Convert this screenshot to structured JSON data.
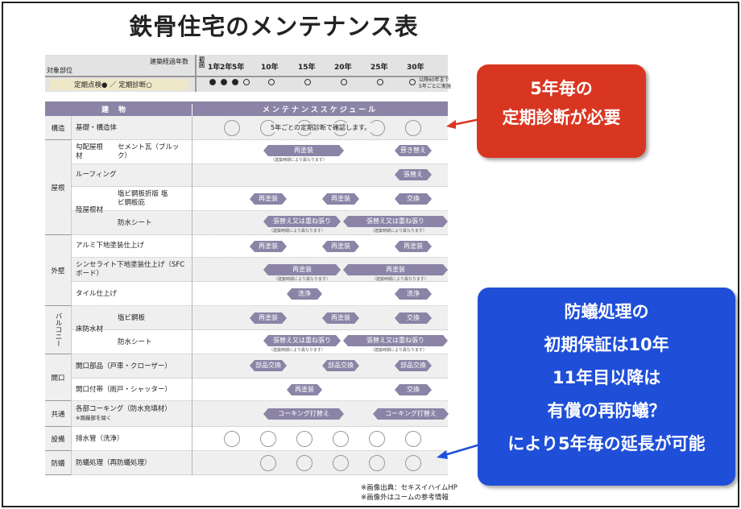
{
  "title": "鉄骨住宅のメンテナンス表",
  "header": {
    "years_label": "建築経過年数",
    "target_label": "対象部位",
    "legend": "定期点検● ／ 定期診断○",
    "years": [
      "初回",
      "1年",
      "2年",
      "5年",
      "10年",
      "15年",
      "20年",
      "25年",
      "30年"
    ],
    "note": "以降60年まで5年ごとに実施"
  },
  "table_header": {
    "left": "建物",
    "right": "メンテナンススケジュール"
  },
  "categories": [
    "構造",
    "屋根",
    "外壁",
    "バルコニー",
    "開口",
    "共通",
    "設備",
    "防蟻"
  ],
  "rows": {
    "kozo": "基礎・構造体",
    "kozo_note": "5年ごとの定期診断で確認します。",
    "kohai": "勾配屋根材",
    "cement": "セメント瓦（ブルック）",
    "roofing": "ルーフィング",
    "rikuyane": "陸屋根材",
    "enbi_roof": "塩ビ鋼板折版 塩ビ鋼板庇",
    "bousui_roof": "防水シート",
    "alumi": "アルミ下地塗装仕上げ",
    "cenlite": "シンセライト下地塗装仕上げ（SFCボード）",
    "tile": "タイル仕上げ",
    "yuka": "床防水材",
    "enbi_bal": "塩ビ鋼板",
    "bousui_bal": "防水シート",
    "kaiko_buhin": "開口部品（戸車・クローザー）",
    "kaiko_futai": "開口付帯（雨戸・シャッター）",
    "coking": "各部コーキング（防水充填材）",
    "coking_note": "※隠蔽部を除く",
    "haisui": "排水管（洗浄）",
    "boui": "防蟻処理（再防蟻処理）"
  },
  "bars": {
    "repaint": "再塗装",
    "reroof": "葺き替え",
    "cover": "張替え",
    "exchange": "交換",
    "overlay": "張替え又は重ね張り",
    "wash": "洗浄",
    "parts": "部品交換",
    "coking_bar": "コーキング打替え",
    "note_sub": "（建築時期により異なります）"
  },
  "callout_red": [
    "5年毎の",
    "定期診断が必要"
  ],
  "callout_blue": [
    "防蟻処理の",
    "初期保証は10年",
    "11年目以降は",
    "有償の再防蟻？",
    "により5年毎の延長が可能"
  ],
  "source": [
    "※画像出典：セキスイハイムHP",
    "※画像外はユームの参考情報"
  ],
  "colors": {
    "bar": "#8b84a6",
    "red": "#d93621",
    "blue": "#1f4fd8"
  }
}
